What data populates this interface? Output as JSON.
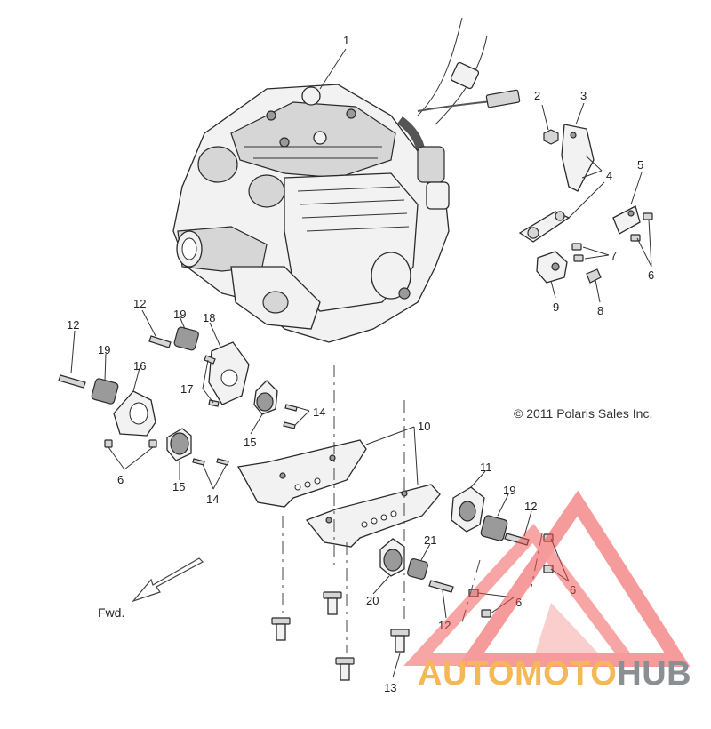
{
  "diagram": {
    "copyright": "© 2011 Polaris Sales Inc.",
    "direction_label": "Fwd.",
    "callouts": {
      "c1": "1",
      "c2": "2",
      "c3": "3",
      "c4": "4",
      "c5": "5",
      "c6a": "6",
      "c6b": "6",
      "c6c": "6",
      "c6d": "6",
      "c7": "7",
      "c8": "8",
      "c9": "9",
      "c10": "10",
      "c11": "11",
      "c12a": "12",
      "c12b": "12",
      "c12c": "12",
      "c12d": "12",
      "c13": "13",
      "c14a": "14",
      "c14b": "14",
      "c15a": "15",
      "c15b": "15",
      "c16": "16",
      "c17": "17",
      "c18": "18",
      "c19a": "19",
      "c19b": "19",
      "c19c": "19",
      "c20": "20",
      "c21": "21"
    }
  },
  "watermark": {
    "part1": "AUTOMOTO",
    "part2": "HUB",
    "color_orange": "#f6b756",
    "color_gray": "#8a8f93",
    "color_red": "#f04b4b"
  }
}
